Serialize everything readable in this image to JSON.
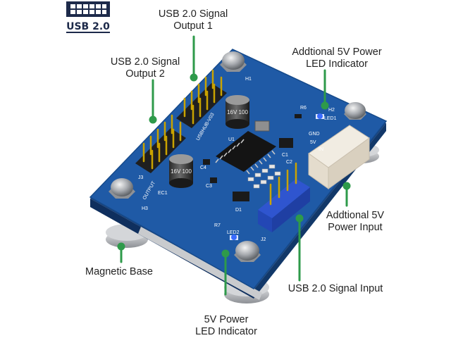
{
  "badge": {
    "text": "USB 2.0",
    "icon": "usb-port-grid-icon",
    "color": "#1d2a4a"
  },
  "colors": {
    "leader": "#2e9a4a",
    "pcb": "#1f5aa6",
    "pcb_dark": "#163f7a",
    "metal": "#b9bcc0",
    "header": "#222222",
    "usb_input": "#2950c8"
  },
  "board_silkscreen": {
    "model": "USBHUB-V03",
    "h1": "H1",
    "h2": "H2",
    "h3": "H3",
    "r6": "R6",
    "r7": "R7",
    "led1": "LED1",
    "led2": "LED2",
    "ec1": "EC1",
    "u1": "U1",
    "c1": "C1",
    "c2": "C2",
    "c3": "C3",
    "c4": "C4",
    "output": "OUTPUT",
    "j2": "J2",
    "j3": "J3",
    "d1": "D1",
    "gnd": "GND",
    "fiveV": "5V",
    "in": "IN",
    "cap_value": "16V 100"
  },
  "callouts": [
    {
      "id": "out1",
      "lines": [
        "USB 2.0 Signal",
        "Output  1"
      ]
    },
    {
      "id": "out2",
      "lines": [
        "USB 2.0 Signal",
        "Output  2"
      ]
    },
    {
      "id": "addled",
      "lines": [
        "Addtional  5V Power",
        "LED  Indicator"
      ]
    },
    {
      "id": "addpow",
      "lines": [
        "Addtional 5V",
        "Power Input"
      ]
    },
    {
      "id": "mag",
      "lines": [
        "Magnetic Base"
      ]
    },
    {
      "id": "sigin",
      "lines": [
        "USB 2.0 Signal Input"
      ]
    },
    {
      "id": "led",
      "lines": [
        "5V Power",
        "LED  Indicator"
      ]
    }
  ]
}
